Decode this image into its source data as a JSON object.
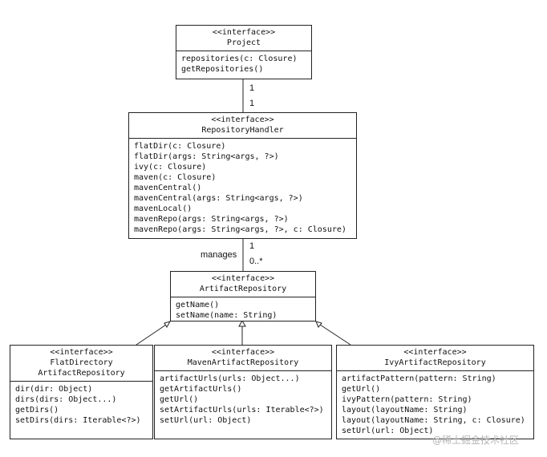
{
  "project": {
    "stereotype": "<<interface>>",
    "name": "Project",
    "methods": [
      "repositories(c: Closure)",
      "getRepositories()"
    ]
  },
  "handler": {
    "stereotype": "<<interface>>",
    "name": "RepositoryHandler",
    "methods": [
      "flatDir(c: Closure)",
      "flatDir(args: String<args, ?>)",
      "ivy(c: Closure)",
      "maven(c: Closure)",
      "mavenCentral()",
      "mavenCentral(args: String<args, ?>)",
      "mavenLocal()",
      "mavenRepo(args: String<args, ?>)",
      "mavenRepo(args: String<args, ?>, c: Closure)"
    ]
  },
  "artifact": {
    "stereotype": "<<interface>>",
    "name": "ArtifactRepository",
    "methods": [
      "getName()",
      "setName(name: String)"
    ]
  },
  "flat": {
    "stereotype": "<<interface>>",
    "name_line1": "FlatDirectory",
    "name_line2": "ArtifactRepository",
    "methods": [
      "dir(dir: Object)",
      "dirs(dirs: Object...)",
      "getDirs()",
      "setDirs(dirs: Iterable<?>)"
    ]
  },
  "mavenRepo": {
    "stereotype": "<<interface>>",
    "name": "MavenArtifactRepository",
    "methods": [
      "artifactUrls(urls: Object...)",
      "getArtifactUrls()",
      "getUrl()",
      "setArtifactUrls(urls: Iterable<?>)",
      "setUrl(url: Object)"
    ]
  },
  "ivyRepo": {
    "stereotype": "<<interface>>",
    "name": "IvyArtifactRepository",
    "methods": [
      "artifactPattern(pattern: String)",
      "getUrl()",
      "ivyPattern(pattern: String)",
      "layout(layoutName: String)",
      "layout(layoutName: String, c: Closure)",
      "setUrl(url: Object)"
    ]
  },
  "assoc1": {
    "mult_top": "1",
    "mult_bottom": "1"
  },
  "assoc2": {
    "label": "manages",
    "mult_top": "1",
    "mult_bottom": "0..*"
  },
  "watermark": "@稀土掘金技术社区"
}
